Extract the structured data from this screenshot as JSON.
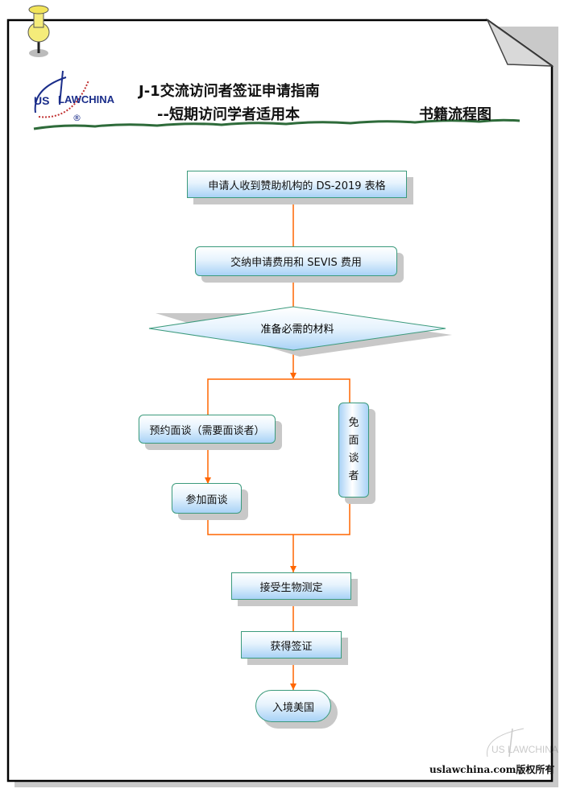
{
  "logo": {
    "text": "USLAWCHINA",
    "mark": "®"
  },
  "header": {
    "title_line1": "J-1交流访问者签证申请指南",
    "title_line2": "--短期访问学者适用本",
    "section": "书籍流程图"
  },
  "flow": {
    "step1": "申请人收到赞助机构的 DS-2019 表格",
    "step2": "交纳申请费用和 SEVIS 费用",
    "step3": "准备必需的材料",
    "branch_left": "预约面谈（需要面谈者）",
    "branch_left_next": "参加面谈",
    "branch_right": [
      "免",
      "面",
      "谈",
      "者"
    ],
    "step4": "接受生物测定",
    "step5": "获得签证",
    "step6": "入境美国"
  },
  "footer": {
    "copyright": "uslawchina.com版权所有",
    "watermark": "USLAWCHINA"
  },
  "colors": {
    "connector": "#ff6600",
    "box_border": "#3b9a7c",
    "box_fill": "#a8d2f6"
  }
}
